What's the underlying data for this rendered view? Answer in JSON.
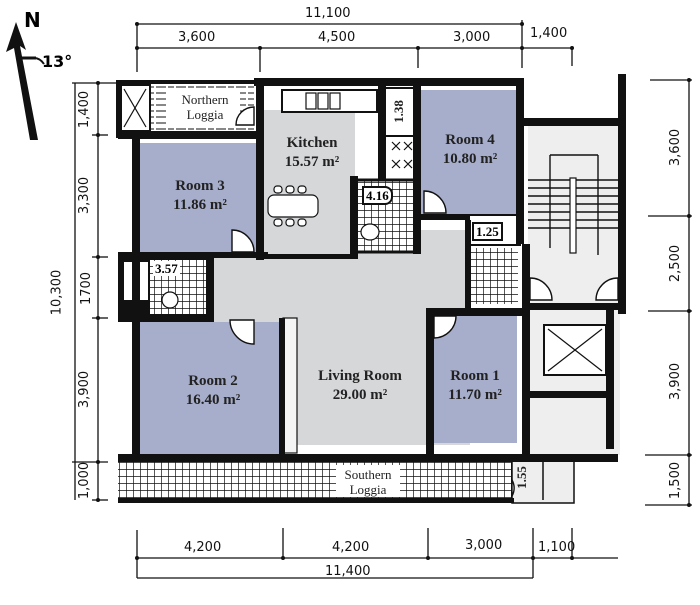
{
  "compass": {
    "north_label": "N",
    "rotation_label": "13°"
  },
  "dimensions_top": {
    "total": "11,100",
    "segments": [
      "3,600",
      "4,500",
      "3,000",
      "1,400"
    ]
  },
  "dimensions_bottom": {
    "total": "11,400",
    "segments": [
      "4,200",
      "4,200",
      "3,000",
      "1,100"
    ]
  },
  "dimensions_left": {
    "total": "10,300",
    "segments": [
      "1,400",
      "3,300",
      "1700",
      "3,900",
      "1,000"
    ]
  },
  "dimensions_right": {
    "segments": [
      "3,600",
      "2,500",
      "3,900",
      "1,500"
    ]
  },
  "rooms": {
    "northern_loggia": {
      "name_line1": "Northern",
      "name_line2": "Loggia"
    },
    "kitchen": {
      "name": "Kitchen",
      "area": "15.57 m²"
    },
    "room4": {
      "name": "Room 4",
      "area": "10.80 m²"
    },
    "room3": {
      "name": "Room 3",
      "area": "11.86 m²"
    },
    "room2": {
      "name": "Room 2",
      "area": "16.40 m²"
    },
    "living_room": {
      "name": "Living Room",
      "area": "29.00 m²"
    },
    "room1": {
      "name": "Room 1",
      "area": "11.70 m²"
    },
    "southern_loggia": {
      "name_line1": "Southern",
      "name_line2": "Loggia"
    }
  },
  "small_areas": {
    "storage_kitchen": "1.38",
    "bathroom_main": "4.16",
    "bathroom_small": "3.57",
    "wc_room4": "1.25",
    "storage_south": "1.55"
  },
  "colors": {
    "bedroom_fill": "#a7aecb",
    "common_fill": "#d6d7d9",
    "wall": "#111111",
    "stair_fill": "#eeeeee"
  }
}
